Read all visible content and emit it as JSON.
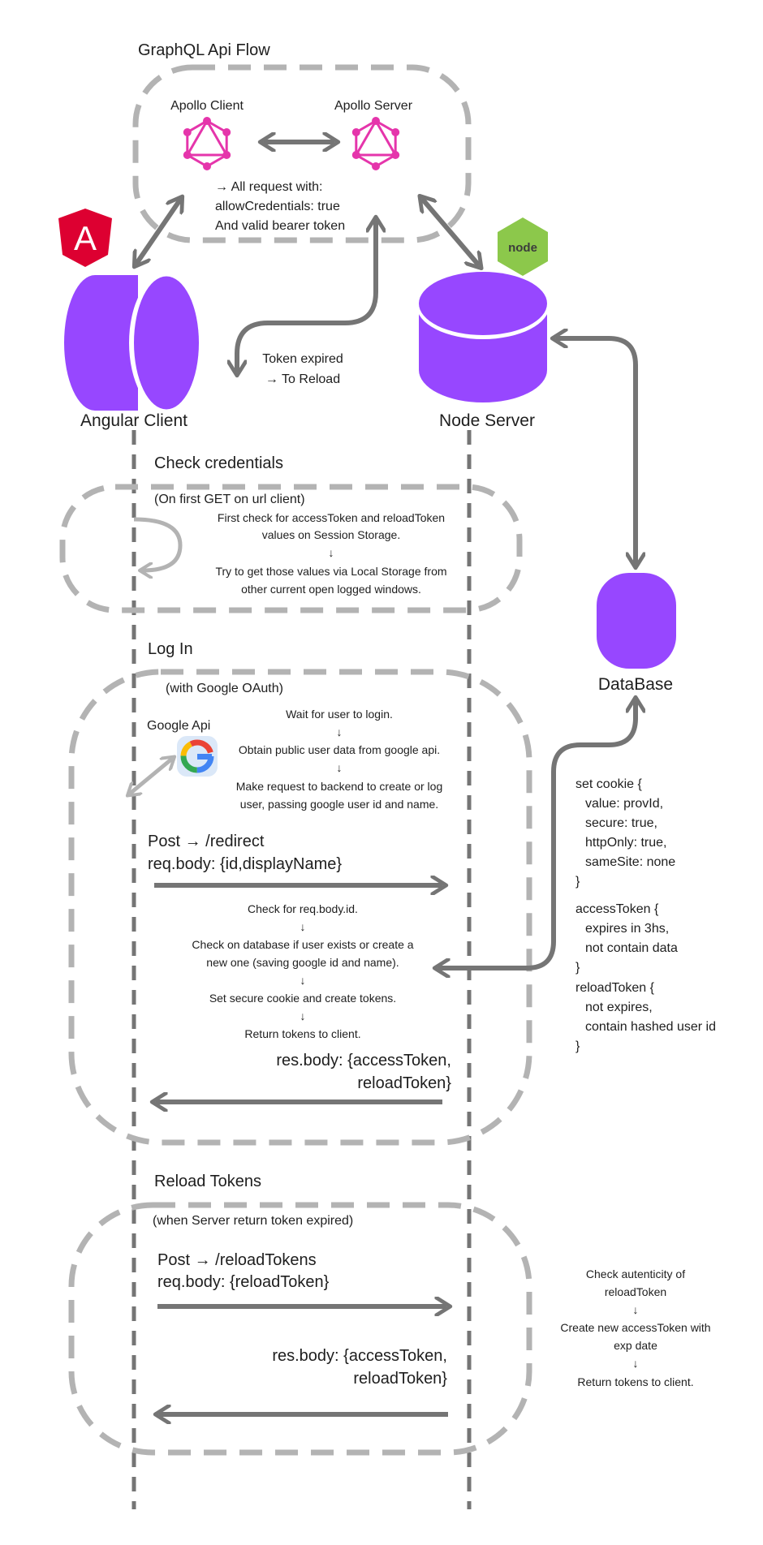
{
  "colors": {
    "purple": "#9747ff",
    "graphql_pink": "#e535ab",
    "angular_red": "#dd0031",
    "node_green": "#8cc84b",
    "arrow_gray": "#757575",
    "box_gray": "#b3b3b3"
  },
  "graphql": {
    "title": "GraphQL Api Flow",
    "apollo_client": "Apollo Client",
    "apollo_server": "Apollo Server",
    "note": [
      "→ All request with:",
      "allowCredentials: true",
      "And valid bearer token"
    ],
    "token_expired": [
      "Token expired",
      "→ To Reload"
    ]
  },
  "nodes": {
    "angular_client": "Angular Client",
    "node_server": "Node Server",
    "database": "DataBase",
    "angular_logo_letter": "A",
    "node_logo_text": "node"
  },
  "check_credentials": {
    "title": "Check credentials",
    "subtitle": "(On first GET on url client)",
    "lines": [
      "First check for accessToken and reloadToken",
      "values on Session Storage.",
      "↓",
      "Try to get those values via Local Storage from",
      "other current open logged windows."
    ]
  },
  "login": {
    "title": "Log In",
    "subtitle": "(with Google OAuth)",
    "google_api": "Google Api",
    "google_letter": "G",
    "steps": [
      "Wait for user to login.",
      "↓",
      "Obtain public user data from google api.",
      "↓",
      "Make request to backend to create or log",
      "user, passing google user id and name."
    ],
    "request": [
      "Post → /redirect",
      "req.body: {id,displayName}"
    ],
    "server_steps": [
      "Check for req.body.id.",
      "↓",
      "Check on database if user exists or create a",
      "new one (saving google id and name).",
      "↓",
      "Set secure cookie and create tokens.",
      "↓",
      "Return tokens to client."
    ],
    "response": [
      "res.body: {accessToken,",
      "reloadToken}"
    ]
  },
  "tokens_info": {
    "lines": [
      "set cookie {",
      "  value: provId,",
      "  secure: true,",
      "  httpOnly: true,",
      "  sameSite: none",
      "}",
      "accessToken {",
      "  expires in 3hs,",
      "  not contain data",
      "}",
      "reloadToken {",
      "  not expires,",
      "  contain hashed user id",
      "}"
    ]
  },
  "reload": {
    "title": "Reload Tokens",
    "subtitle": "(when Server return token expired)",
    "request": [
      "Post → /reloadTokens",
      "req.body: {reloadToken}"
    ],
    "response": [
      "res.body: {accessToken,",
      "reloadToken}"
    ],
    "server_steps": [
      "Check autenticity of",
      "reloadToken",
      "↓",
      "Create new accessToken with",
      "exp date",
      "↓",
      "Return tokens to client."
    ]
  }
}
